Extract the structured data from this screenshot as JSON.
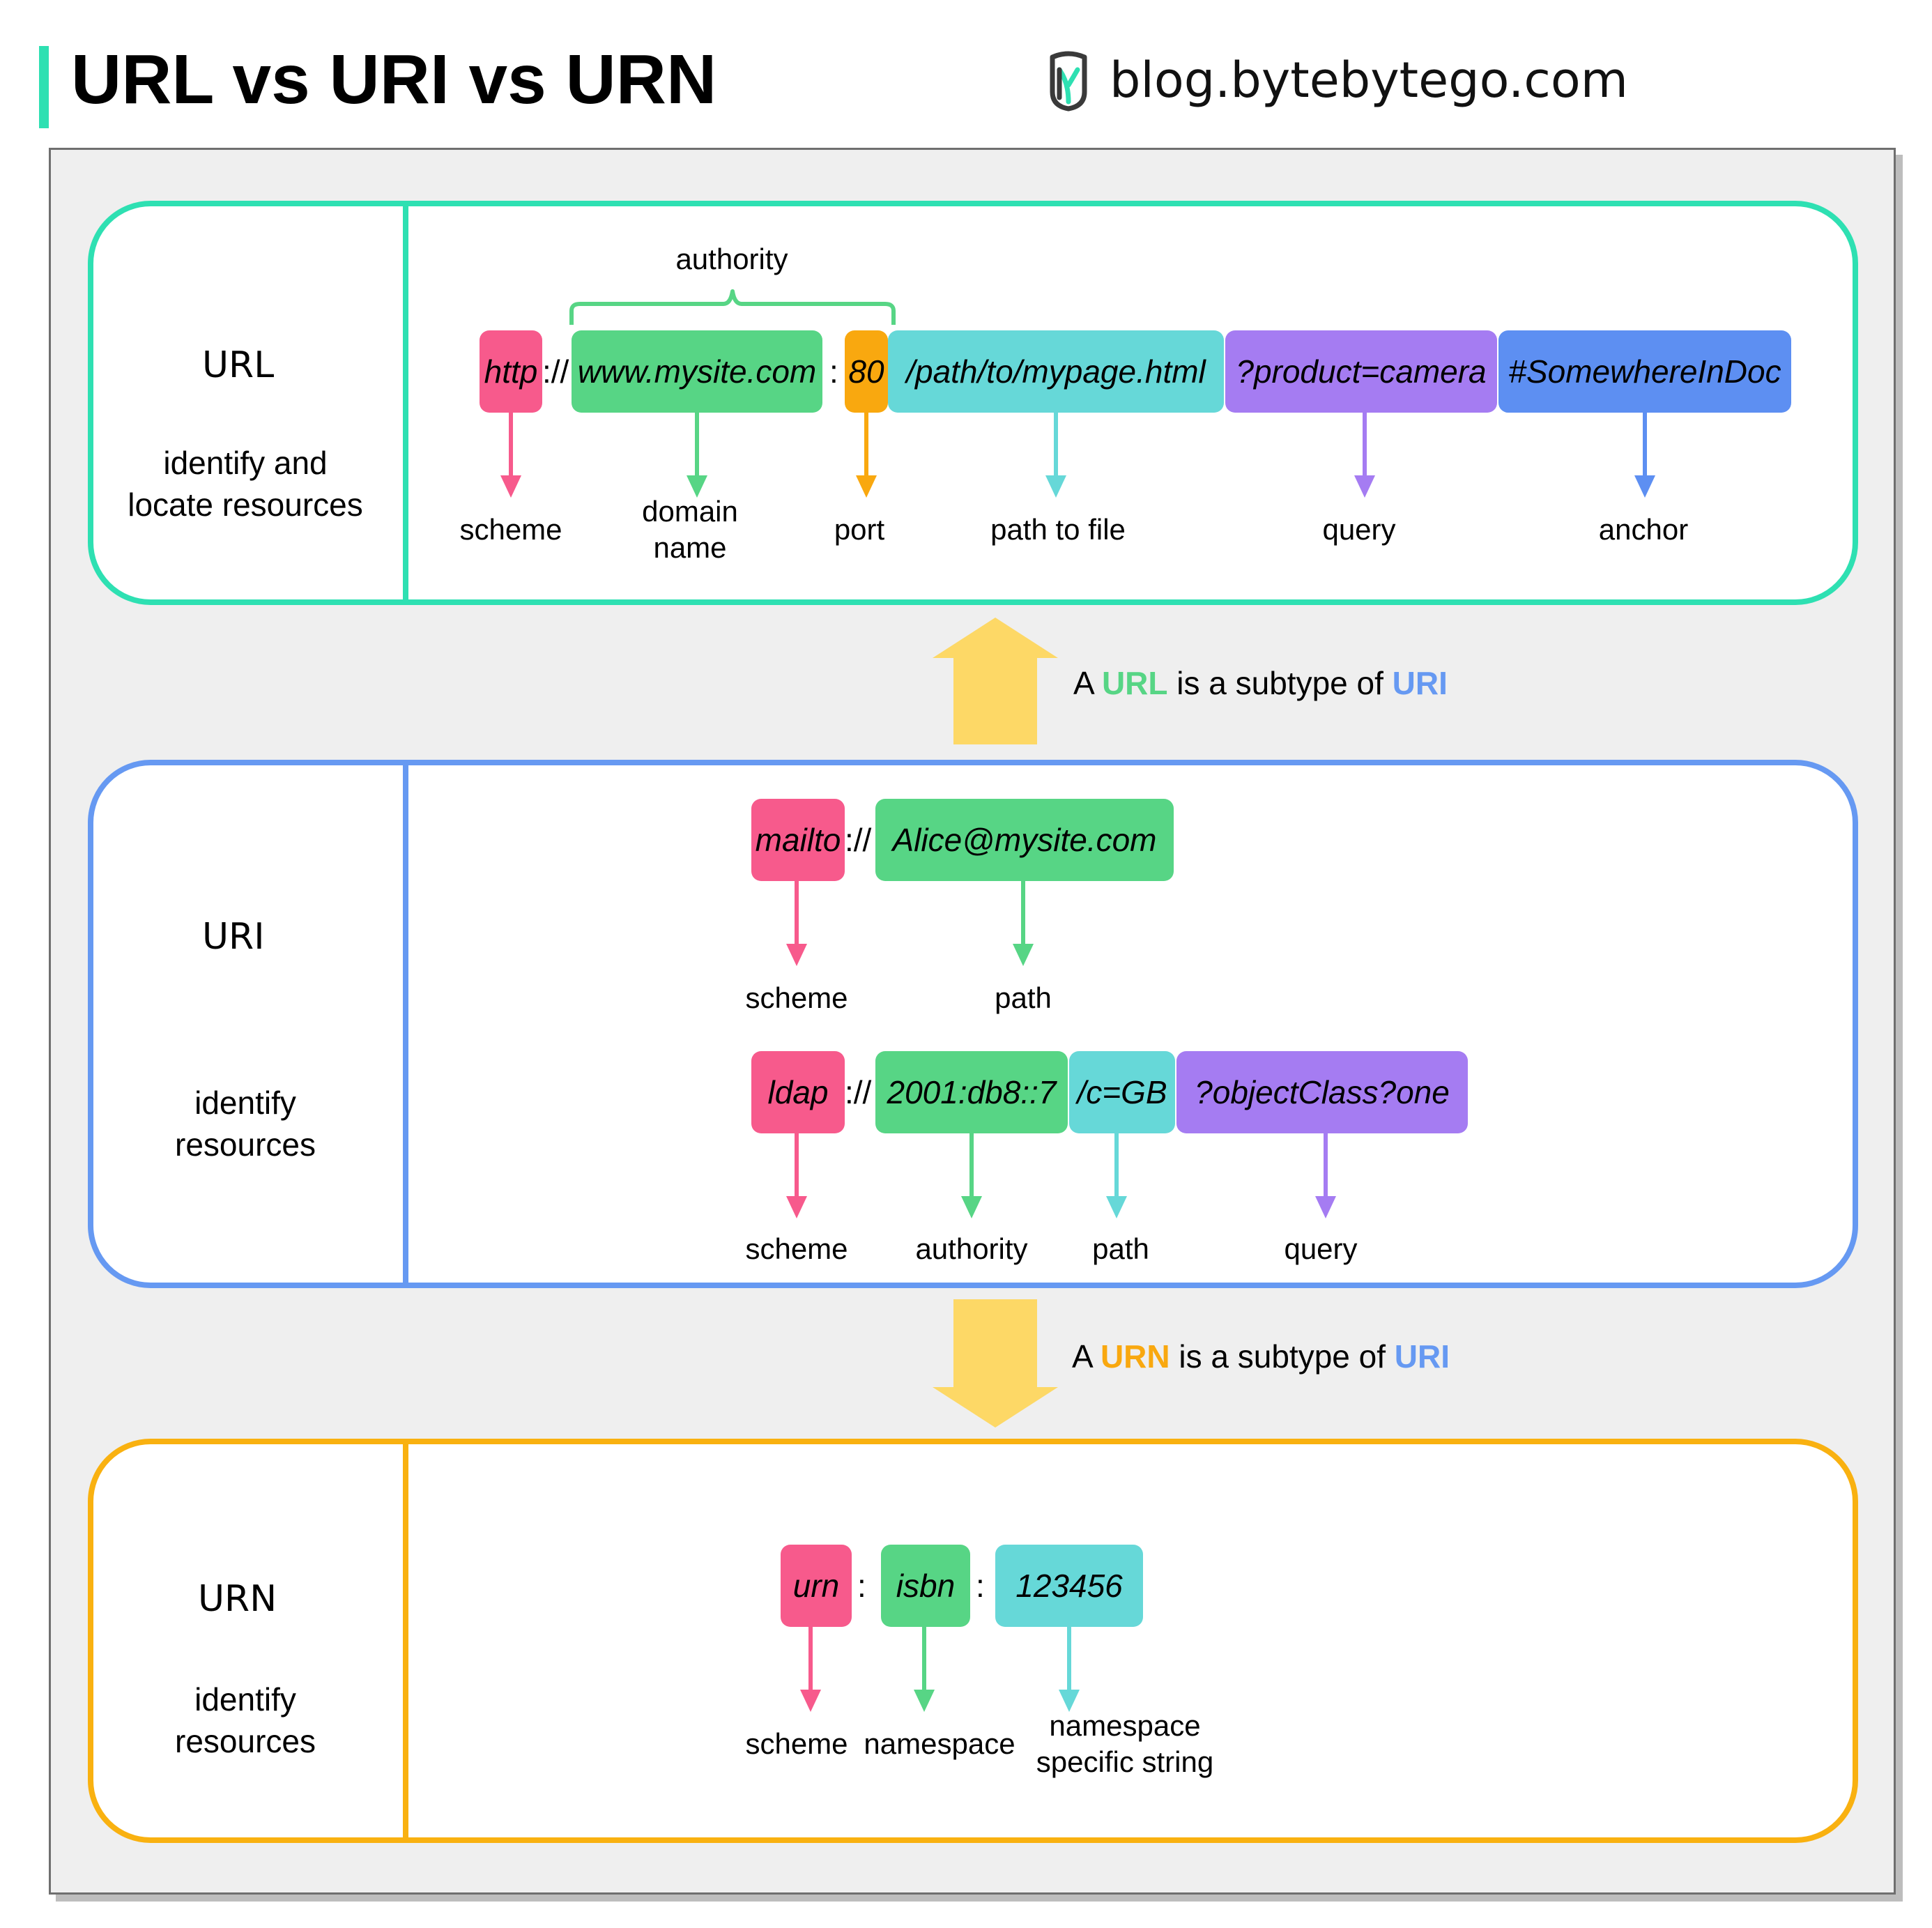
{
  "header": {
    "title": "URL vs URI vs URN",
    "site": "blog.bytebytego.com",
    "logo_icon": "bytebytego-logo-icon"
  },
  "colors": {
    "accent_teal": "#2ee0b2",
    "uri_blue": "#6699f2",
    "urn_orange": "#f9b110",
    "scheme_pink": "#f75a8c",
    "green": "#57d585",
    "cyan": "#66d8d8",
    "purple": "#a57cf2",
    "anchor_blue": "#5d8ff2",
    "arrow_yellow": "#fdd866"
  },
  "url": {
    "name": "URL",
    "desc": [
      "identify and",
      "locate resources"
    ],
    "authority_label": "authority",
    "parts": {
      "scheme": "http",
      "sep1": "://",
      "domain": "www.mysite.com",
      "sep2": ":",
      "port": "80",
      "path": "/path/to/mypage.html",
      "query": "?product=camera",
      "anchor": "#SomewhereInDoc"
    },
    "labels": {
      "scheme": "scheme",
      "domain": [
        "domain",
        "name"
      ],
      "port": "port",
      "path": "path to file",
      "query": "query",
      "anchor": "anchor"
    }
  },
  "note_url": {
    "a": "A ",
    "b": "URL",
    "c": " is a subtype of ",
    "d": "URI"
  },
  "uri": {
    "name": "URI",
    "desc": [
      "identify",
      "resources"
    ],
    "example1": {
      "scheme": "mailto",
      "sep": "://",
      "path": "Alice@mysite.com",
      "labels": {
        "scheme": "scheme",
        "path": "path"
      }
    },
    "example2": {
      "scheme": "ldap",
      "sep": "://",
      "authority": "2001:db8::7",
      "path": "/c=GB",
      "query": "?objectClass?one",
      "labels": {
        "scheme": "scheme",
        "authority": "authority",
        "path": "path",
        "query": "query"
      }
    }
  },
  "note_urn": {
    "a": "A ",
    "b": "URN",
    "c": " is a subtype of ",
    "d": "URI"
  },
  "urn": {
    "name": "URN",
    "desc": [
      "identify",
      "resources"
    ],
    "parts": {
      "scheme": "urn",
      "sep1": ":",
      "namespace": "isbn",
      "sep2": ":",
      "nss": "123456"
    },
    "labels": {
      "scheme": "scheme",
      "namespace": "namespace",
      "nss": [
        "namespace",
        "specific string"
      ]
    }
  }
}
